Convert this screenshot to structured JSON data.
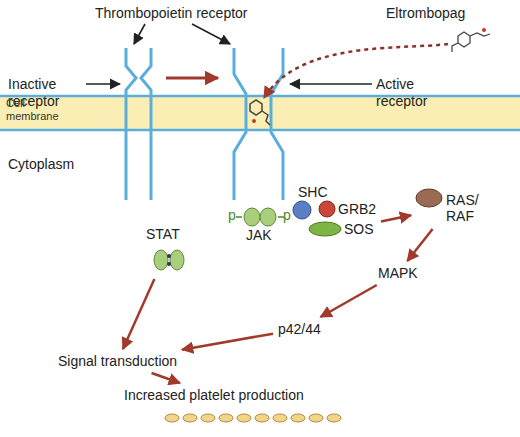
{
  "diagram": {
    "nodes": [
      {
        "text": [
          "STAT"
        ]
      },
      {
        "text": [
          "JAK"
        ]
      },
      {
        "text": [
          "SHC"
        ]
      },
      {
        "text": [
          "GRB2"
        ]
      },
      {
        "text": [
          "SOS"
        ]
      },
      {
        "text": [
          "RAS/ RAF"
        ]
      },
      {
        "text": [
          "MAPK"
        ]
      },
      {
        "text": [
          "p42/44"
        ]
      },
      {
        "text": [
          "Signal transduction"
        ]
      },
      {
        "text": [
          "Increased platelet production"
        ]
      }
    ],
    "edges": [
      {
        "from": 4,
        "to": 5,
        "arrow": "to"
      },
      {
        "from": 5,
        "to": 6,
        "arrow": "to"
      },
      {
        "from": 6,
        "to": 7,
        "arrow": "to"
      },
      {
        "from": 7,
        "to": 8,
        "arrow": "to"
      },
      {
        "from": 0,
        "to": 8,
        "arrow": "to"
      },
      {
        "from": 8,
        "to": 9,
        "arrow": "to"
      }
    ],
    "labels": [
      "Thrombopoietin receptor",
      "Eltrombopag",
      "Inactive receptor",
      "Active receptor",
      "Cell membrane",
      "Cytoplasm",
      "p",
      "p"
    ]
  }
}
